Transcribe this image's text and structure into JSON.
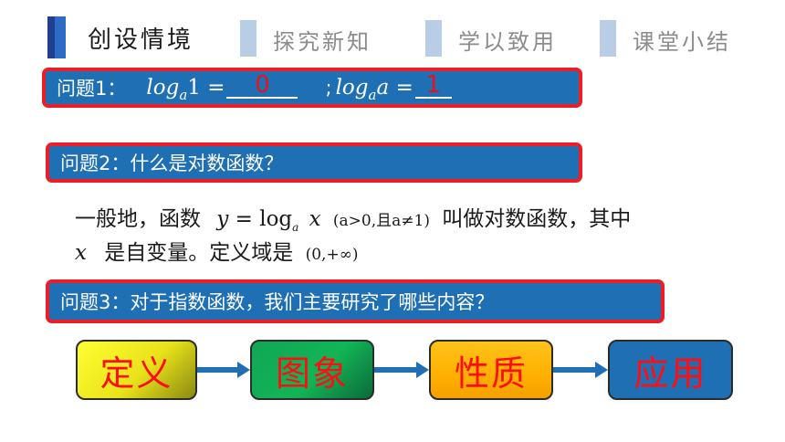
{
  "nav": {
    "tabs": [
      {
        "label": "创设情境",
        "active": true
      },
      {
        "label": "探究新知",
        "active": false
      },
      {
        "label": "学以致用",
        "active": false
      },
      {
        "label": "课堂小结",
        "active": false
      }
    ]
  },
  "q1": {
    "label": "问题1：",
    "expr1": "1 =",
    "answer1": "0",
    "sep": ";",
    "expr2": "a =",
    "answer2": "1",
    "log": "log",
    "base": "a"
  },
  "q2": {
    "label": "问题2：什么是对数函数？"
  },
  "definition": {
    "line1_prefix": "一般地，函数",
    "line1_func": "y",
    "line1_eq": "= log",
    "line1_base": "a",
    "line1_x": "x",
    "line1_cond": "(a>0,且a≠1)",
    "line1_suffix": "叫做对数函数，其中",
    "line2_var": "x",
    "line2_text": "是自变量。定义域是",
    "line2_domain": "(0,+∞)"
  },
  "q3": {
    "label": "问题3：对于指数函数，我们主要研究了哪些内容？"
  },
  "flow": {
    "items": [
      "定义",
      "图象",
      "性质",
      "应用"
    ]
  },
  "colors": {
    "banner": "#1f6fb5",
    "banner_border": "#ee1c25",
    "answer": "#e8121c",
    "flow_text": "#ff0d12",
    "arrow": "#1f6fb5"
  }
}
